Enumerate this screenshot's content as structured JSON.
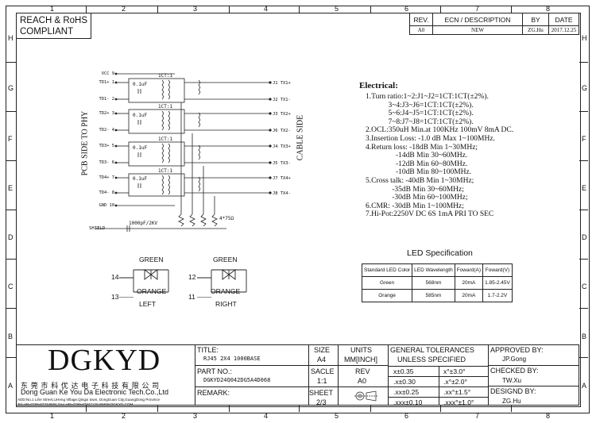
{
  "header": {
    "compliance": [
      "REACH & RoHS",
      "COMPLIANT"
    ]
  },
  "zones": {
    "columns": [
      "1",
      "2",
      "3",
      "4",
      "5",
      "6",
      "7",
      "8"
    ],
    "rows": [
      "H",
      "G",
      "F",
      "E",
      "D",
      "C",
      "B",
      "A"
    ]
  },
  "revision_table": {
    "headers": [
      "REV.",
      "ECN / DESCRIPTION",
      "BY",
      "DATE"
    ],
    "row": [
      "A0",
      "NEW",
      "ZG.Hu",
      "2017.12.25"
    ]
  },
  "schematic": {
    "left_pins": [
      "VCC 9",
      "TD1+ 1",
      "TD1- 2",
      "TD2+ 3",
      "TD2- 4",
      "TD3+ 5",
      "TD3- 6",
      "TD4+ 7",
      "TD4- 8",
      "GND 10"
    ],
    "right_pins": [
      "J1 TX1+",
      "J2 TX1-",
      "J3 TX2+",
      "J6 TX2-",
      "J4 TX3+",
      "J5 TX3-",
      "J7 TX4+",
      "J8 TX4-"
    ],
    "cap_label": "0.1uF",
    "lct_label": "1CT:1",
    "shield_label": "SHIELD",
    "hv_cap_label": "1000pF/2KV",
    "res_label": "4*75Ω",
    "pcb_side": "PCB SIDE TO PHY",
    "cable_side": "CABLE SIDE"
  },
  "electrical": {
    "title": "Electrical:",
    "lines": [
      "1.Turn ratio:1~2:J1~J2=1CT:1CT(±2%).",
      "            3~4:J3~J6=1CT:1CT(±2%).",
      "            5~6:J4~J5=1CT:1CT(±2%).",
      "            7~8:J7~J8=1CT:1CT(±2%).",
      "2.OCL:350uH Min.at 100KHz 100mV 8mA DC.",
      "3.Insertion Loss: -1.0 dB Max 1~100MHz.",
      "4.Return loss: -18dB Min 1~30MHz;",
      "                -14dB Min 30~60MHz.",
      "                -12dB Min 60~80MHz.",
      "                -10dB Min 80~100MHz.",
      "5.Cross talk: -40dB Min 1~30MHz;",
      "              -35dB Min 30~60MHz;",
      "              -30dB Min 60~100MHz;",
      "6.CMR: -30dB Min 1~100MHz;",
      "7.Hi-Pot:2250V DC 6S 1mA PRI TO SEC"
    ]
  },
  "led_spec": {
    "title": "LED Specification",
    "headers": [
      "Standard LED Color",
      "LED Wavelength",
      "Foward(A)",
      "Foward(V)"
    ],
    "rows": [
      [
        "Green",
        "568nm",
        "20mA",
        "1.85-2.45V"
      ],
      [
        "Orange",
        "585nm",
        "20mA",
        "1.7-2.2V"
      ]
    ]
  },
  "led_left": {
    "top": "GREEN",
    "bottom": "ORANGE",
    "pin_top": "14",
    "pin_bottom": "13",
    "label": "LEFT"
  },
  "led_right": {
    "top": "GREEN",
    "bottom": "ORANGE",
    "pin_top": "12",
    "pin_bottom": "11",
    "label": "RIGHT"
  },
  "title_block": {
    "company_logo": "DGKYD",
    "company_cn": "东 莞 市 科 优 达 电 子 科 技 有 限 公 司",
    "company_en": "Dong Guan Ke You Da Electronic Tech.Co.,Ltd",
    "address": "ADD:No.1 Lihe Street,LiHeng Village,Qingxi town, DongGuan City,GuangDong Province",
    "contact": "Tel:+86-0769-87334608;  Fax:+86-0769-87847129   WWW.DGKYD.COM",
    "title_label": "TITLE:",
    "title_value": "RJ45 2X4 1000BASE",
    "part_label": "PART NO.:",
    "part_value": "DGKYD24Q042DG5A4D068",
    "remark_label": "REMARK:",
    "size_label": "SIZE",
    "size_value": "A4",
    "units_label": "UNITS",
    "units_value": "MM[INCH]",
    "scale_label": "SACLE",
    "scale_value": "1:1",
    "rev_label": "REV",
    "rev_value": "A0",
    "sheet_label": "SHEET",
    "sheet_value": "2/3",
    "tol_title": [
      "GENERAL TOLERANCES",
      "UNLESS SPECIFIED"
    ],
    "tolerances": [
      [
        "x±0.35",
        "x°±3.0°"
      ],
      [
        ".x±0.30",
        ".x°±2.0°"
      ],
      [
        ".xx±0.25",
        ".xx°±1.5°"
      ],
      [
        ".xxx±0.10",
        ".xxx°±1.0°"
      ]
    ],
    "approved_label": "APPROVED BY:",
    "approved_value": "JP.Gong",
    "checked_label": "CHECKED BY:",
    "checked_value": "TW.Xu",
    "designed_label": "DESIGND BY:",
    "designed_value": "ZG.Hu"
  }
}
